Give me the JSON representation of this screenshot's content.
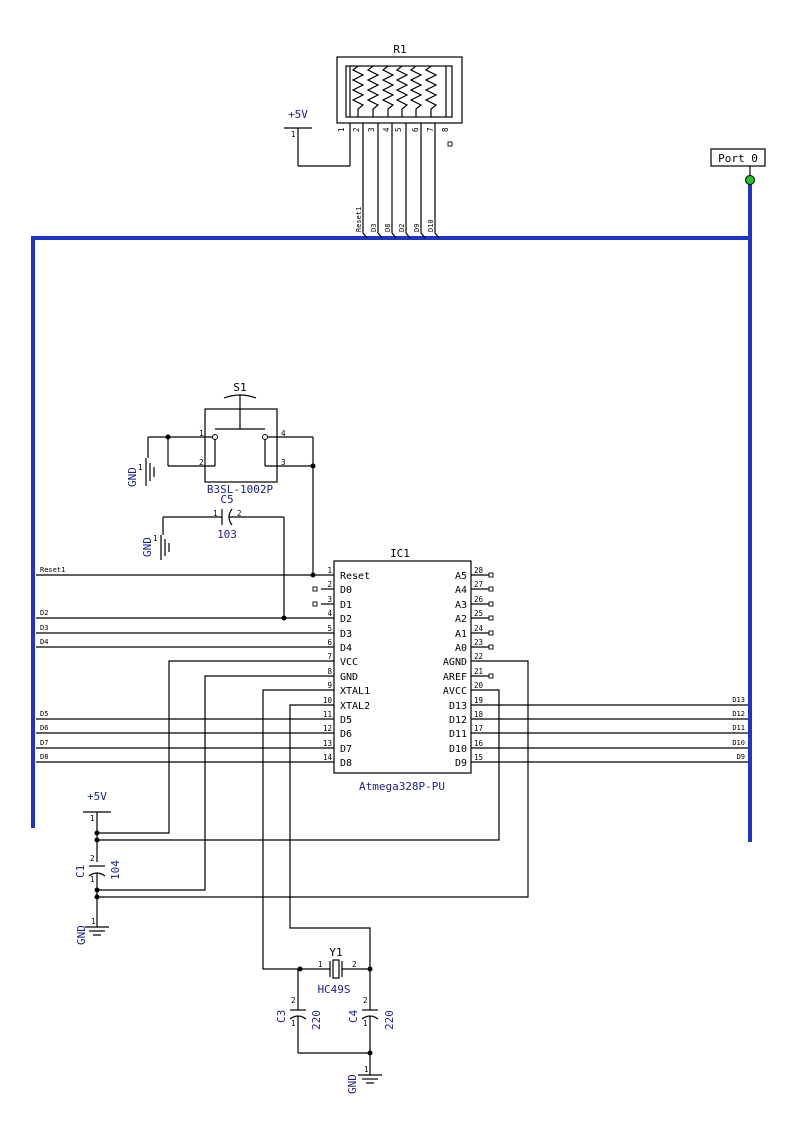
{
  "r1": {
    "ref": "R1",
    "pins": [
      "1",
      "2",
      "3",
      "4",
      "5",
      "6",
      "7",
      "8"
    ],
    "nets": [
      "Reset1",
      "D3",
      "D8",
      "D2",
      "D9",
      "D10"
    ]
  },
  "power": {
    "vcc_label": "+5V",
    "gnd_label": "GND",
    "pin1": "1"
  },
  "port": {
    "label": "Port 0",
    "color": "#22c522"
  },
  "bus_color": "#1f35c9",
  "s1": {
    "ref": "S1",
    "value": "B3SL-1002P",
    "pins": [
      "1",
      "2",
      "3",
      "4"
    ]
  },
  "c5": {
    "ref": "C5",
    "value": "103",
    "pin1": "1",
    "pin2": "2"
  },
  "c1": {
    "ref": "C1",
    "value": "104",
    "pin1": "1",
    "pin2": "2"
  },
  "c3": {
    "ref": "C3",
    "value": "220",
    "pin1": "1",
    "pin2": "2"
  },
  "c4": {
    "ref": "C4",
    "value": "220",
    "pin1": "1",
    "pin2": "2"
  },
  "y1": {
    "ref": "Y1",
    "value": "HC49S",
    "pin1": "1",
    "pin2": "2"
  },
  "ic1": {
    "ref": "IC1",
    "name": "Atmega328P-PU",
    "left_pins": [
      {
        "num": "1",
        "name": "Reset"
      },
      {
        "num": "2",
        "name": "D0"
      },
      {
        "num": "3",
        "name": "D1"
      },
      {
        "num": "4",
        "name": "D2"
      },
      {
        "num": "5",
        "name": "D3"
      },
      {
        "num": "6",
        "name": "D4"
      },
      {
        "num": "7",
        "name": "VCC"
      },
      {
        "num": "8",
        "name": "GND"
      },
      {
        "num": "9",
        "name": "XTAL1"
      },
      {
        "num": "10",
        "name": "XTAL2"
      },
      {
        "num": "11",
        "name": "D5"
      },
      {
        "num": "12",
        "name": "D6"
      },
      {
        "num": "13",
        "name": "D7"
      },
      {
        "num": "14",
        "name": "D8"
      }
    ],
    "right_pins": [
      {
        "num": "28",
        "name": "A5"
      },
      {
        "num": "27",
        "name": "A4"
      },
      {
        "num": "26",
        "name": "A3"
      },
      {
        "num": "25",
        "name": "A2"
      },
      {
        "num": "24",
        "name": "A1"
      },
      {
        "num": "23",
        "name": "A0"
      },
      {
        "num": "22",
        "name": "AGND"
      },
      {
        "num": "21",
        "name": "AREF"
      },
      {
        "num": "20",
        "name": "AVCC"
      },
      {
        "num": "19",
        "name": "D13"
      },
      {
        "num": "18",
        "name": "D12"
      },
      {
        "num": "17",
        "name": "D11"
      },
      {
        "num": "16",
        "name": "D10"
      },
      {
        "num": "15",
        "name": "D9"
      }
    ]
  },
  "nets": {
    "left": [
      "Reset1",
      "D2",
      "D3",
      "D4",
      "D5",
      "D6",
      "D7",
      "D8"
    ],
    "right": [
      "D13",
      "D12",
      "D11",
      "D10",
      "D9"
    ]
  }
}
